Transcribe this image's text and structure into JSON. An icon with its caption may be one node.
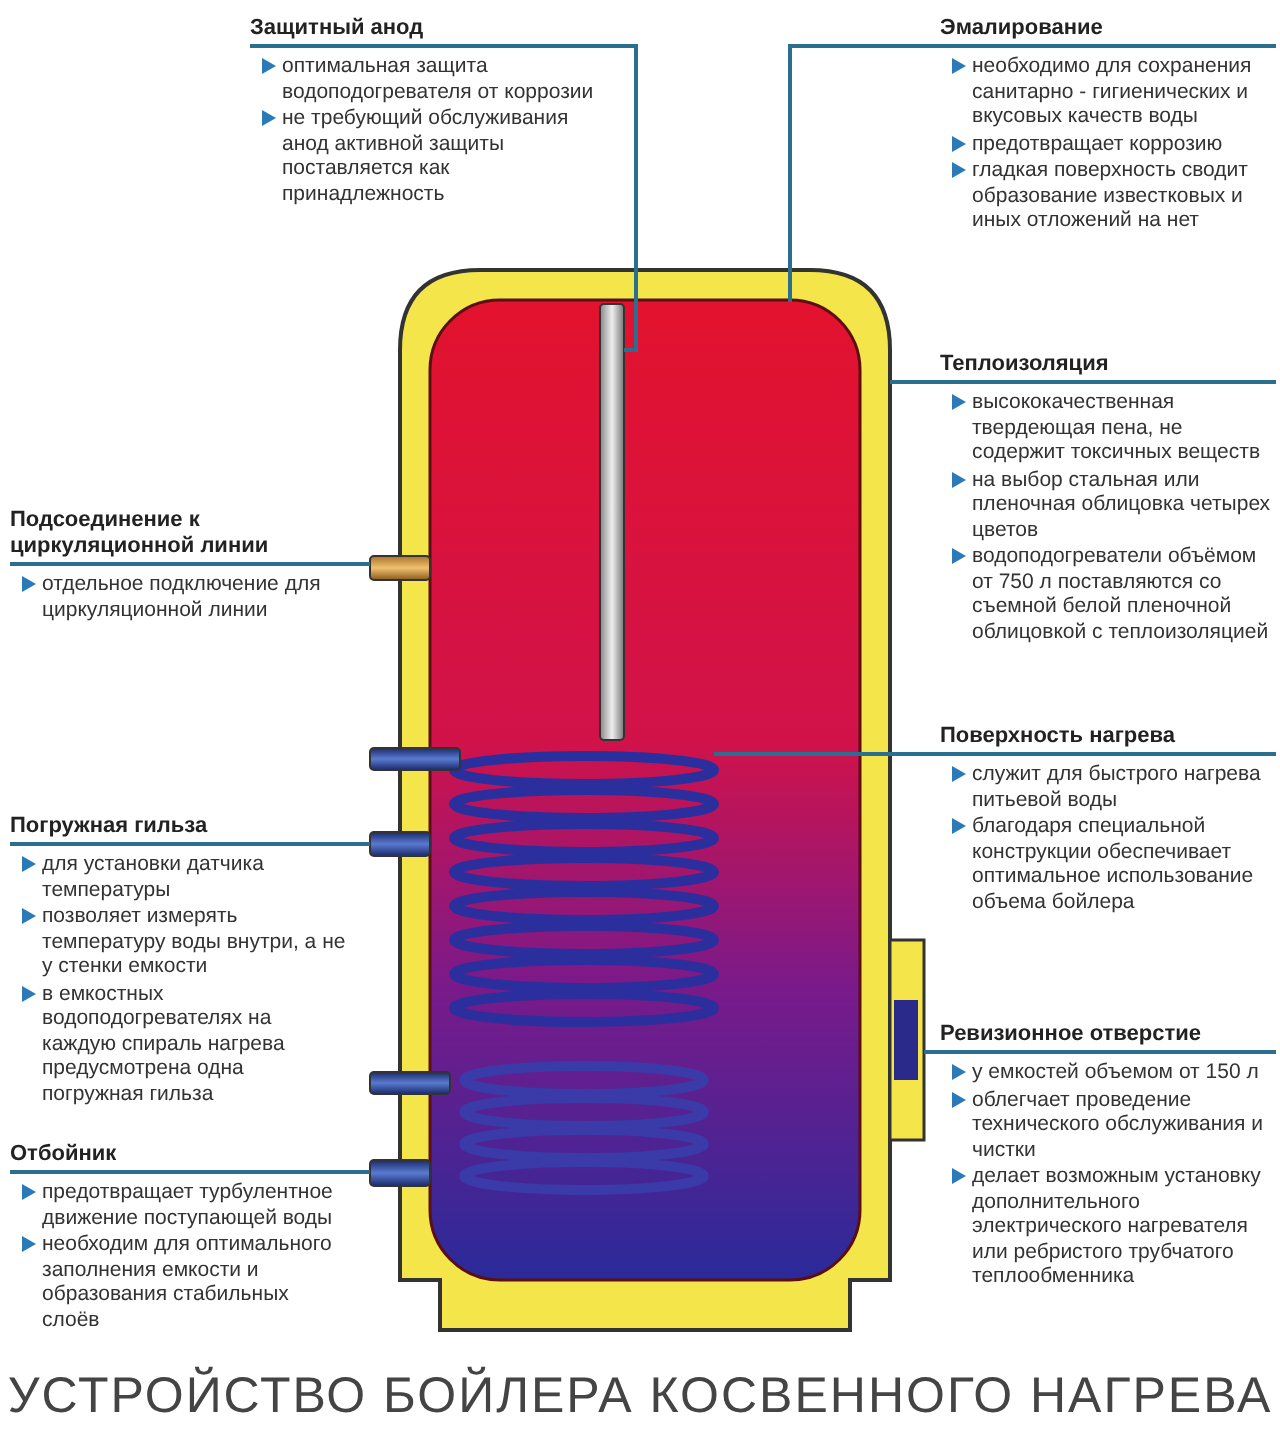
{
  "diagram": {
    "title": "УСТРОЙСТВО БОЙЛЕРА КОСВЕННОГО НАГРЕВА",
    "nodes": [
      {
        "text": [
          "Защитный анод",
          "оптимальная защита водоподогревателя от коррозии",
          "не требующий обслуживания анод активной защиты поставляется как принадлежность"
        ]
      },
      {
        "text": [
          "Эмалирование",
          "необходимо для сохранения санитарно - гигиенических и вкусовых качеств воды",
          "предотвращает коррозию",
          "гладкая поверхность сводит образование известковых и иных отложений на нет"
        ]
      },
      {
        "text": [
          "Теплоизоляция",
          "высококачественная твердеющая пена, не содержит токсичных веществ",
          "на выбор стальная или пленочная облицовка четырех цветов",
          "водоподогреватели объёмом от 750 л поставляются со съемной белой пленочной облицовкой с теплоизоляцией"
        ]
      },
      {
        "text": [
          "Подсоединение к циркуляционной линии",
          "отдельное подключение для циркуляционной линии"
        ]
      },
      {
        "text": [
          "Поверхность нагрева",
          "служит для быстрого нагрева питьевой воды",
          "благодаря специальной конструкции обеспечивает оптимальное использование объема бойлера"
        ]
      },
      {
        "text": [
          "Погружная гильза",
          "для установки датчика температуры",
          "позволяет измерять температуру воды внутри, а не у стенки емкости",
          "в емкостных водоподогревателях на каждую спираль нагрева предусмотрена одна погружная гильза"
        ]
      },
      {
        "text": [
          "Ревизионное отверстие",
          "у емкостей объемом от 150 л",
          "облегчает проведение технического обслуживания и чистки",
          "делает возможным установку дополнительного электрического нагревателя или ребристого трубчатого теплообменника"
        ]
      },
      {
        "text": [
          "Отбойник",
          "предотвращает турбулентное движение поступающей воды",
          "необходим для оптимального заполнения емкости и образования стабильных слоёв"
        ]
      },
      {
        "text": [],
        "shape": "picture"
      },
      {
        "text": [],
        "shape": "cylinder",
        "in": 8
      },
      {
        "text": [],
        "shape": "bar",
        "in": 9
      },
      {
        "text": [],
        "shape": "bar"
      },
      {
        "text": [],
        "shape": "picture",
        "in": 9
      },
      {
        "text": [],
        "shape": "bar"
      },
      {
        "text": [],
        "shape": "picture"
      },
      {
        "text": [],
        "shape": "bar"
      }
    ],
    "edges": [
      {
        "from": 0,
        "to": 10,
        "arrow": "none"
      },
      {
        "from": 1,
        "to": 9,
        "arrow": "none"
      },
      {
        "from": 2,
        "to": 8,
        "arrow": "none"
      },
      {
        "from": 3,
        "to": 11,
        "arrow": "none"
      },
      {
        "from": 4,
        "to": 12,
        "arrow": "none"
      },
      {
        "from": 5,
        "to": 13,
        "arrow": "none"
      },
      {
        "from": 6,
        "to": 14,
        "arrow": "none"
      },
      {
        "from": 7,
        "to": 15,
        "arrow": "none"
      }
    ]
  }
}
